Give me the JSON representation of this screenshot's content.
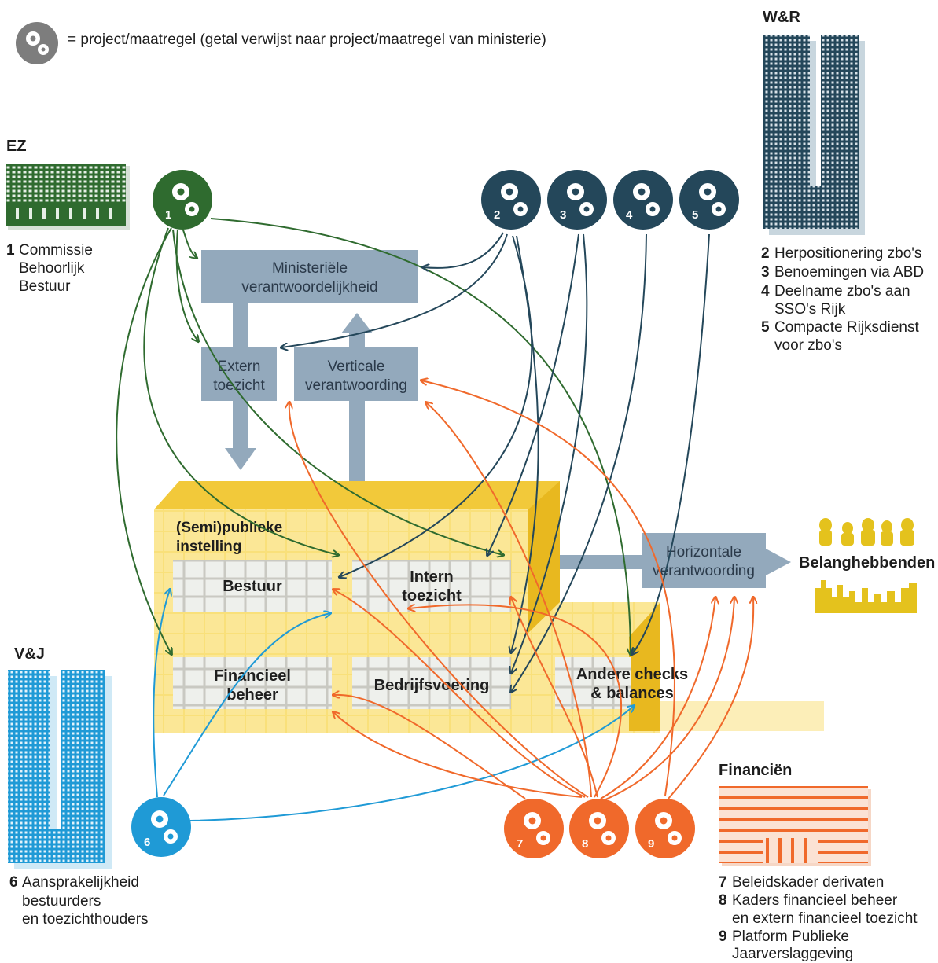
{
  "legend": {
    "text": "= project/maatregel (getal verwijst naar project/maatregel van ministerie)"
  },
  "ministries": {
    "ez": {
      "name": "EZ",
      "items": [
        {
          "num": "1",
          "lines": [
            "Commissie",
            "Behoorlijk",
            "Bestuur"
          ]
        }
      ]
    },
    "wr": {
      "name": "W&R",
      "items": [
        {
          "num": "2",
          "lines": [
            "Herpositionering zbo's"
          ]
        },
        {
          "num": "3",
          "lines": [
            "Benoemingen via ABD"
          ]
        },
        {
          "num": "4",
          "lines": [
            "Deelname zbo's aan",
            "SSO's Rijk"
          ]
        },
        {
          "num": "5",
          "lines": [
            "Compacte Rijksdienst",
            "voor zbo's"
          ]
        }
      ]
    },
    "vj": {
      "name": "V&J",
      "items": [
        {
          "num": "6",
          "lines": [
            "Aansprakelijkheid",
            "bestuurders",
            "en toezichthouders"
          ]
        }
      ]
    },
    "fin": {
      "name": "Financiën",
      "items": [
        {
          "num": "7",
          "lines": [
            "Beleidskader derivaten"
          ]
        },
        {
          "num": "8",
          "lines": [
            "Kaders financieel beheer",
            "en extern financieel toezicht"
          ]
        },
        {
          "num": "9",
          "lines": [
            "Platform Publieke",
            "Jaarverslaggeving"
          ]
        }
      ]
    }
  },
  "boxes": {
    "ministeriele": [
      "Ministeriële",
      "verantwoordelijkheid"
    ],
    "extern": [
      "Extern",
      "toezicht"
    ],
    "verticale": [
      "Verticale",
      "verantwoording"
    ],
    "horizontale": [
      "Horizontale",
      "verantwoording"
    ]
  },
  "institution": {
    "title": [
      "(Semi)publieke",
      "instelling"
    ],
    "cells": {
      "bestuur": [
        "Bestuur"
      ],
      "intern": [
        "Intern",
        "toezicht"
      ],
      "financieel": [
        "Financieel",
        "beheer"
      ],
      "bedrijf": [
        "Bedrijfsvoering"
      ],
      "andere": [
        "Andere checks",
        "& balances"
      ]
    }
  },
  "stakeholders": "Belanghebbenden",
  "gear_numbers": [
    "1",
    "2",
    "3",
    "4",
    "5",
    "6",
    "7",
    "8",
    "9"
  ],
  "colors": {
    "ez": "#2f6b2f",
    "wr": "#24475a",
    "vj": "#1f9ad6",
    "fin": "#f0692b",
    "legend_gear": "#7d7d7d",
    "box": "#93a9bc",
    "yellow": "#f7d94f"
  },
  "icons": [
    "gear-icon",
    "building-icon",
    "people-icon",
    "city-skyline-icon"
  ]
}
